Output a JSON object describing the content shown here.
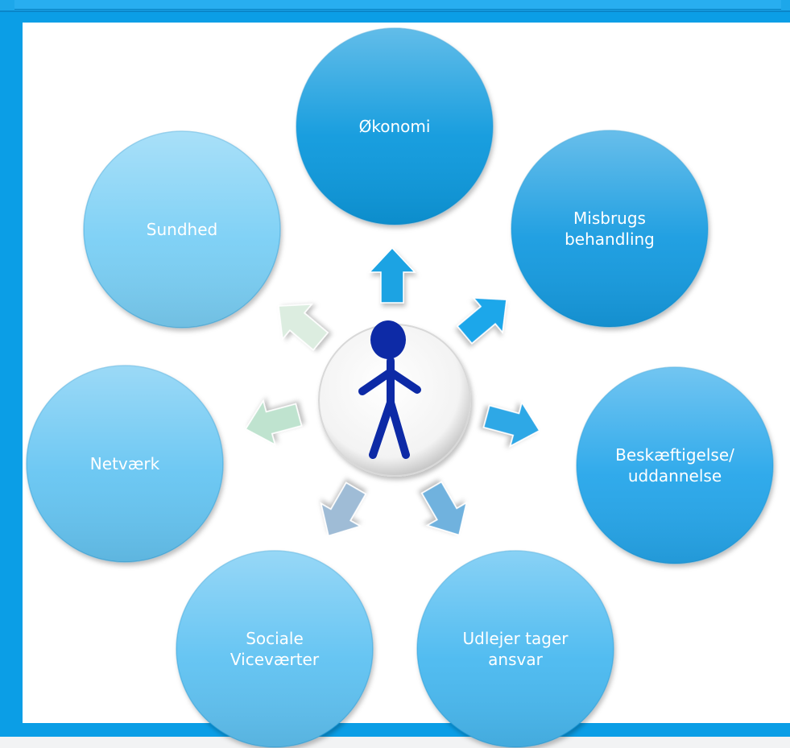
{
  "diagram": {
    "center": {
      "icon": "stick-figure-person-icon"
    },
    "nodes": [
      {
        "id": "okonomi",
        "lines": [
          "Økonomi"
        ],
        "color": "#1199dd"
      },
      {
        "id": "misbrug",
        "lines": [
          "Misbrugs",
          "behandling"
        ],
        "color": "#139be0"
      },
      {
        "id": "beskaeftigelse",
        "lines": [
          "Beskæftigelse/",
          "uddannelse"
        ],
        "color": "#25a6ea"
      },
      {
        "id": "udlejer",
        "lines": [
          "Udlejer tager",
          "ansvar"
        ],
        "color": "#49b9f0"
      },
      {
        "id": "sociale",
        "lines": [
          "Sociale",
          "Viceværter"
        ],
        "color": "#5ec2f2"
      },
      {
        "id": "netvaerk",
        "lines": [
          "Netværk"
        ],
        "color": "#66c5f2"
      },
      {
        "id": "sundhed",
        "lines": [
          "Sundhed"
        ],
        "color": "#7acff5"
      }
    ],
    "arrows": [
      {
        "id": "okonomi",
        "color": "#1da3e3"
      },
      {
        "id": "misbrug",
        "color": "#1fa7ea"
      },
      {
        "id": "beskaeftigelse",
        "color": "#2ea8e6"
      },
      {
        "id": "udlejer",
        "color": "#6fb2de"
      },
      {
        "id": "sociale",
        "color": "#9fbcd6"
      },
      {
        "id": "netvaerk",
        "color": "#bfe3cf"
      },
      {
        "id": "sundhed",
        "color": "#dcede0"
      }
    ]
  }
}
